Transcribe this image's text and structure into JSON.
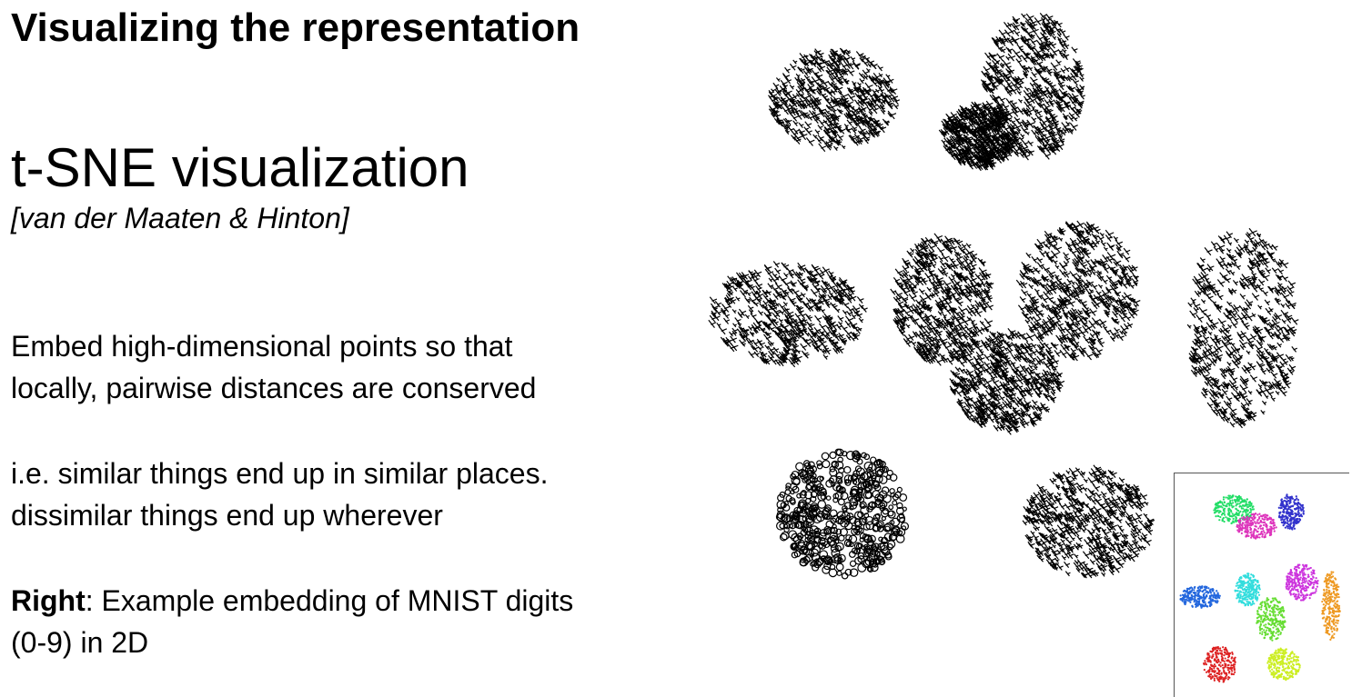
{
  "slide": {
    "title": "Visualizing the representation",
    "subtitle": "t-SNE visualization",
    "citation": "[van der Maaten & Hinton]",
    "paragraph1": [
      "Embed high-dimensional points so that",
      "locally, pairwise distances are conserved"
    ],
    "paragraph2": [
      "i.e. similar things end up in similar places.",
      "dissimilar things end up wherever"
    ],
    "paragraph3": {
      "bold": "Right",
      "rest_line1": ": Example embedding of MNIST digits",
      "line2": "(0-9) in 2D"
    }
  },
  "figure": {
    "ink_color": "#000000",
    "inset_colors": [
      "#22dd66",
      "#3333cc",
      "#dd33bb",
      "#2266dd",
      "#33dddd",
      "#cc33dd",
      "#ee9922",
      "#66dd33",
      "#dd2222",
      "#ccee22"
    ]
  }
}
